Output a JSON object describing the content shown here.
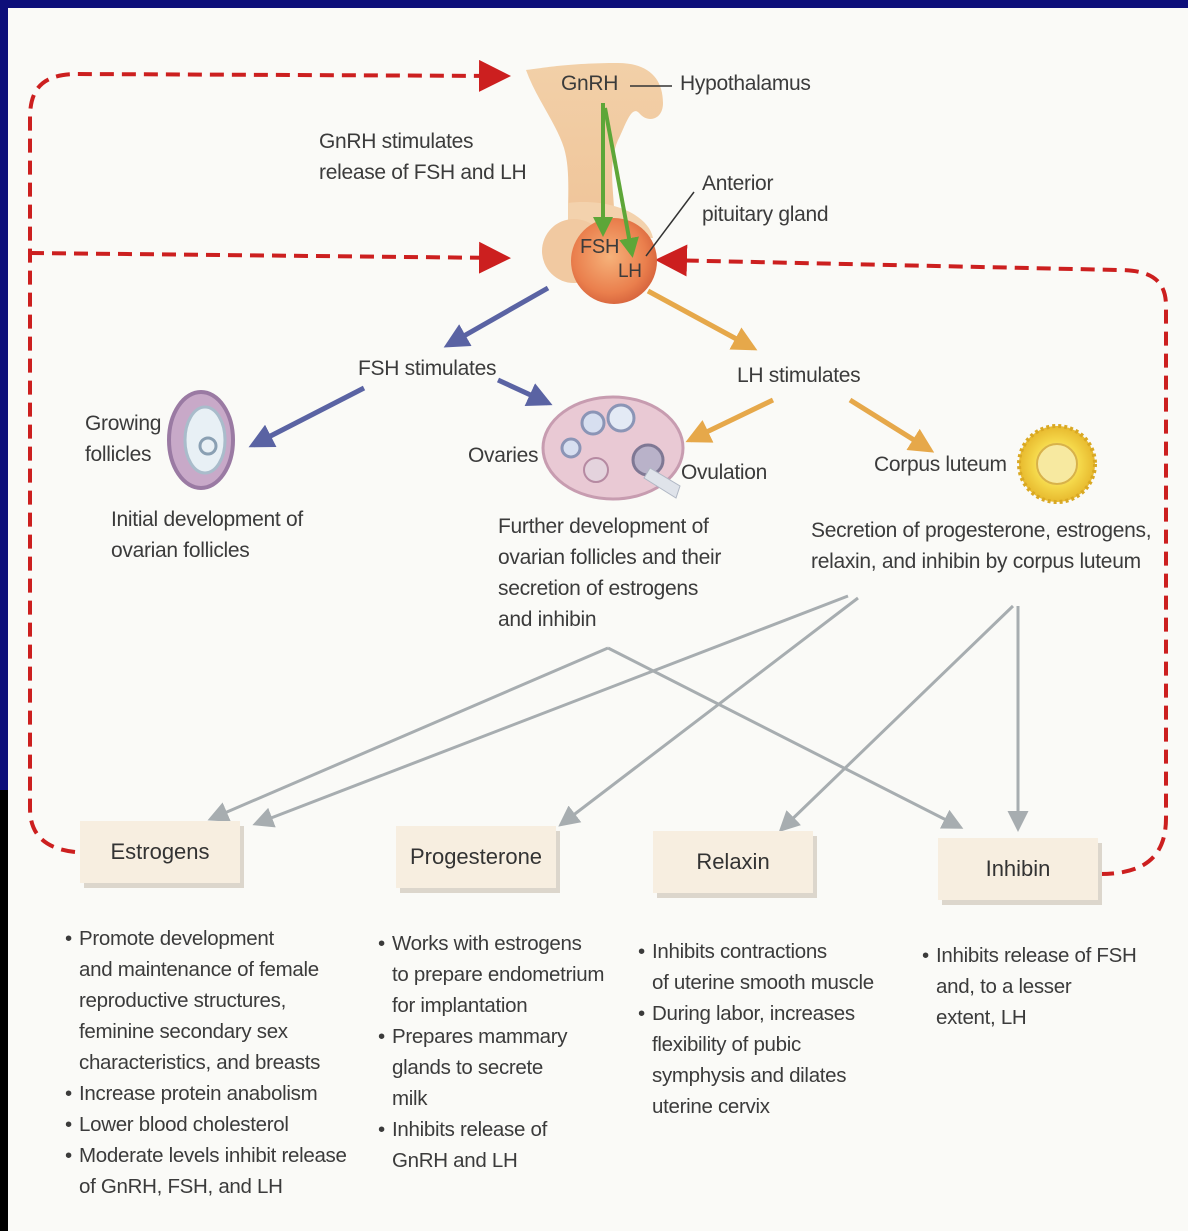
{
  "top_labels": {
    "gnrh": "GnRH",
    "hypothalamus": "Hypothalamus",
    "gnrh_stimulates": [
      "GnRH stimulates",
      "release of FSH and LH"
    ],
    "anterior": [
      "Anterior",
      "pituitary gland"
    ],
    "fsh": "FSH",
    "lh": "LH"
  },
  "mid_labels": {
    "fsh_stimulates": "FSH stimulates",
    "lh_stimulates": "LH stimulates",
    "growing": [
      "Growing",
      "follicles"
    ],
    "ovaries": "Ovaries",
    "ovulation": "Ovulation",
    "corpus_luteum": "Corpus luteum",
    "initial": [
      "Initial development of",
      "ovarian follicles"
    ],
    "further": [
      "Further development of",
      "ovarian follicles and their",
      "secretion of estrogens",
      "and inhibin"
    ],
    "secretion": [
      "Secretion of progesterone, estrogens,",
      "relaxin, and inhibin by corpus luteum"
    ]
  },
  "hormones": [
    {
      "name": "Estrogens",
      "bullets": [
        "Promote development\nand maintenance of female\nreproductive structures,\nfeminine secondary sex\ncharacteristics, and breasts",
        "Increase protein anabolism",
        "Lower blood cholesterol",
        "Moderate levels inhibit release\nof GnRH, FSH, and LH"
      ]
    },
    {
      "name": "Progesterone",
      "bullets": [
        "Works with estrogens\nto prepare endometrium\nfor implantation",
        "Prepares mammary\nglands to secrete\nmilk",
        "Inhibits release of\nGnRH and LH"
      ]
    },
    {
      "name": "Relaxin",
      "bullets": [
        "Inhibits contractions\nof uterine smooth muscle",
        "During labor, increases\nflexibility of pubic\nsymphysis and dilates\nuterine cervix"
      ]
    },
    {
      "name": "Inhibin",
      "bullets": [
        "Inhibits release of FSH\nand, to a lesser\nextent, LH"
      ]
    }
  ],
  "colors": {
    "feedback": "#cc1f1f",
    "fsh_arrow": "#5a63a3",
    "lh_arrow": "#e6a84a",
    "gnrh_arrow": "#5da638",
    "secretion_arrow": "#a7adb0",
    "slide_bg": "#0d0f7a"
  }
}
